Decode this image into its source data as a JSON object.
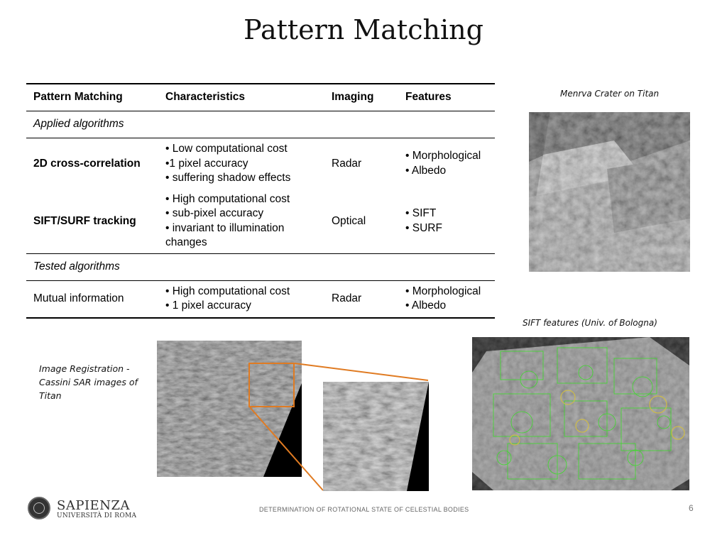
{
  "slide": {
    "title": "Pattern Matching",
    "footer": "DETERMINATION OF ROTATIONAL STATE OF CELESTIAL BODIES",
    "page_number": "6"
  },
  "logo": {
    "name": "SAPIENZA",
    "subtitle": "UNIVERSITÀ DI ROMA"
  },
  "table": {
    "headers": [
      "Pattern Matching",
      "Characteristics",
      "Imaging",
      "Features"
    ],
    "section_applied": "Applied algorithms",
    "section_tested": "Tested algorithms",
    "rows": [
      {
        "name": "2D cross-correlation",
        "characteristics": [
          "• Low computational cost",
          "•1 pixel accuracy",
          "• suffering shadow effects"
        ],
        "imaging": "Radar",
        "features": [
          "• Morphological",
          "• Albedo"
        ]
      },
      {
        "name": "SIFT/SURF tracking",
        "characteristics": [
          "• High computational cost",
          "• sub-pixel accuracy",
          "• invariant to illumination",
          "changes"
        ],
        "imaging": "Optical",
        "features": [
          "• SIFT",
          "• SURF"
        ]
      },
      {
        "name": "Mutual information",
        "characteristics": [
          "• High computational cost",
          "• 1 pixel accuracy"
        ],
        "imaging": "Radar",
        "features": [
          "• Morphological",
          "• Albedo"
        ]
      }
    ]
  },
  "captions": {
    "menrva": "Menrva Crater on Titan",
    "sift": "SIFT features (Univ. of Bologna)",
    "registration": [
      "Image Registration -",
      "Cassini SAR images of",
      "Titan"
    ]
  },
  "colors": {
    "highlight_box": "#e07b22",
    "sift_features": "#3ddc2a",
    "sift_circles": "#d6c23a"
  }
}
